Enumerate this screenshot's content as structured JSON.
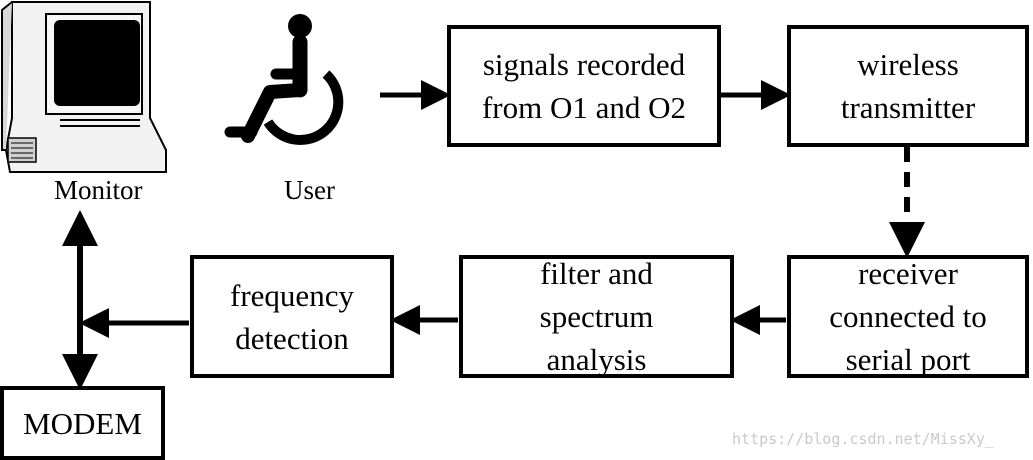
{
  "labels": {
    "monitor": "Monitor",
    "user": "User"
  },
  "boxes": {
    "signals": [
      "signals recorded",
      "from O1 and O2"
    ],
    "transmitter": [
      "wireless",
      "transmitter"
    ],
    "receiver": [
      "receiver",
      "connected to",
      "serial port"
    ],
    "filter": [
      "filter and",
      "spectrum",
      "analysis"
    ],
    "frequency": [
      "frequency",
      "detection"
    ],
    "modem": [
      "MODEM"
    ]
  },
  "watermark": "https://blog.csdn.net/MissXy_"
}
